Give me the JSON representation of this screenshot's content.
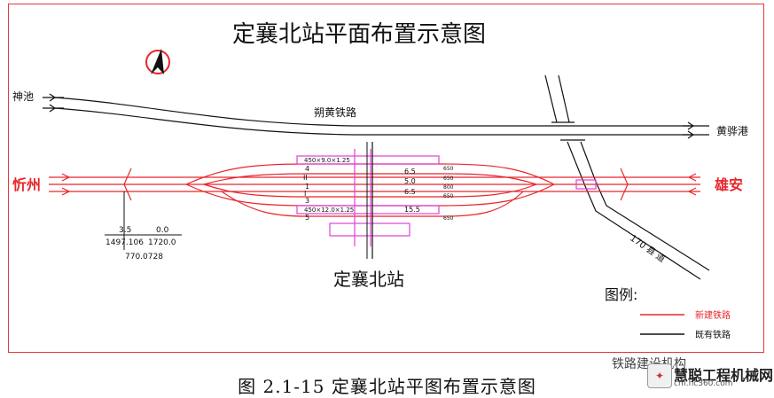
{
  "title": "定襄北站平面布置示意图",
  "station_label": "定襄北站",
  "caption": "图  2.1-15    定襄北站平图布置示意图",
  "places": {
    "top_left": "神池",
    "top_right": "黄骅港",
    "left": "忻州",
    "right": "雄安",
    "line_name": "朔黄铁路",
    "road_name": "170 县 道"
  },
  "track_labels": [
    "4",
    "II",
    "1",
    "I",
    "3",
    "5"
  ],
  "lengths": [
    "6.5",
    "5.0",
    "6.5",
    "15.5"
  ],
  "platform_labels": [
    "450×9.0×1.25",
    "450×12.0×1.25"
  ],
  "right_codes": [
    "650",
    "650",
    "800",
    "650",
    "650"
  ],
  "mileage": {
    "upper_left": "3.5",
    "upper_right": "0.0",
    "lower_left": "1497.106",
    "lower_right": "1720.0",
    "bottom": "770.0728"
  },
  "legend": {
    "title": "图例:",
    "new_line": "新建铁路",
    "existing_line": "既有铁路"
  },
  "watermark": {
    "text": "铁路建设机构",
    "brand": "慧聪工程机械网",
    "url": "cm.hc360.com"
  },
  "colors": {
    "new_line": "#e8262c",
    "existing_line": "#111111",
    "platform": "#e23fd6"
  }
}
